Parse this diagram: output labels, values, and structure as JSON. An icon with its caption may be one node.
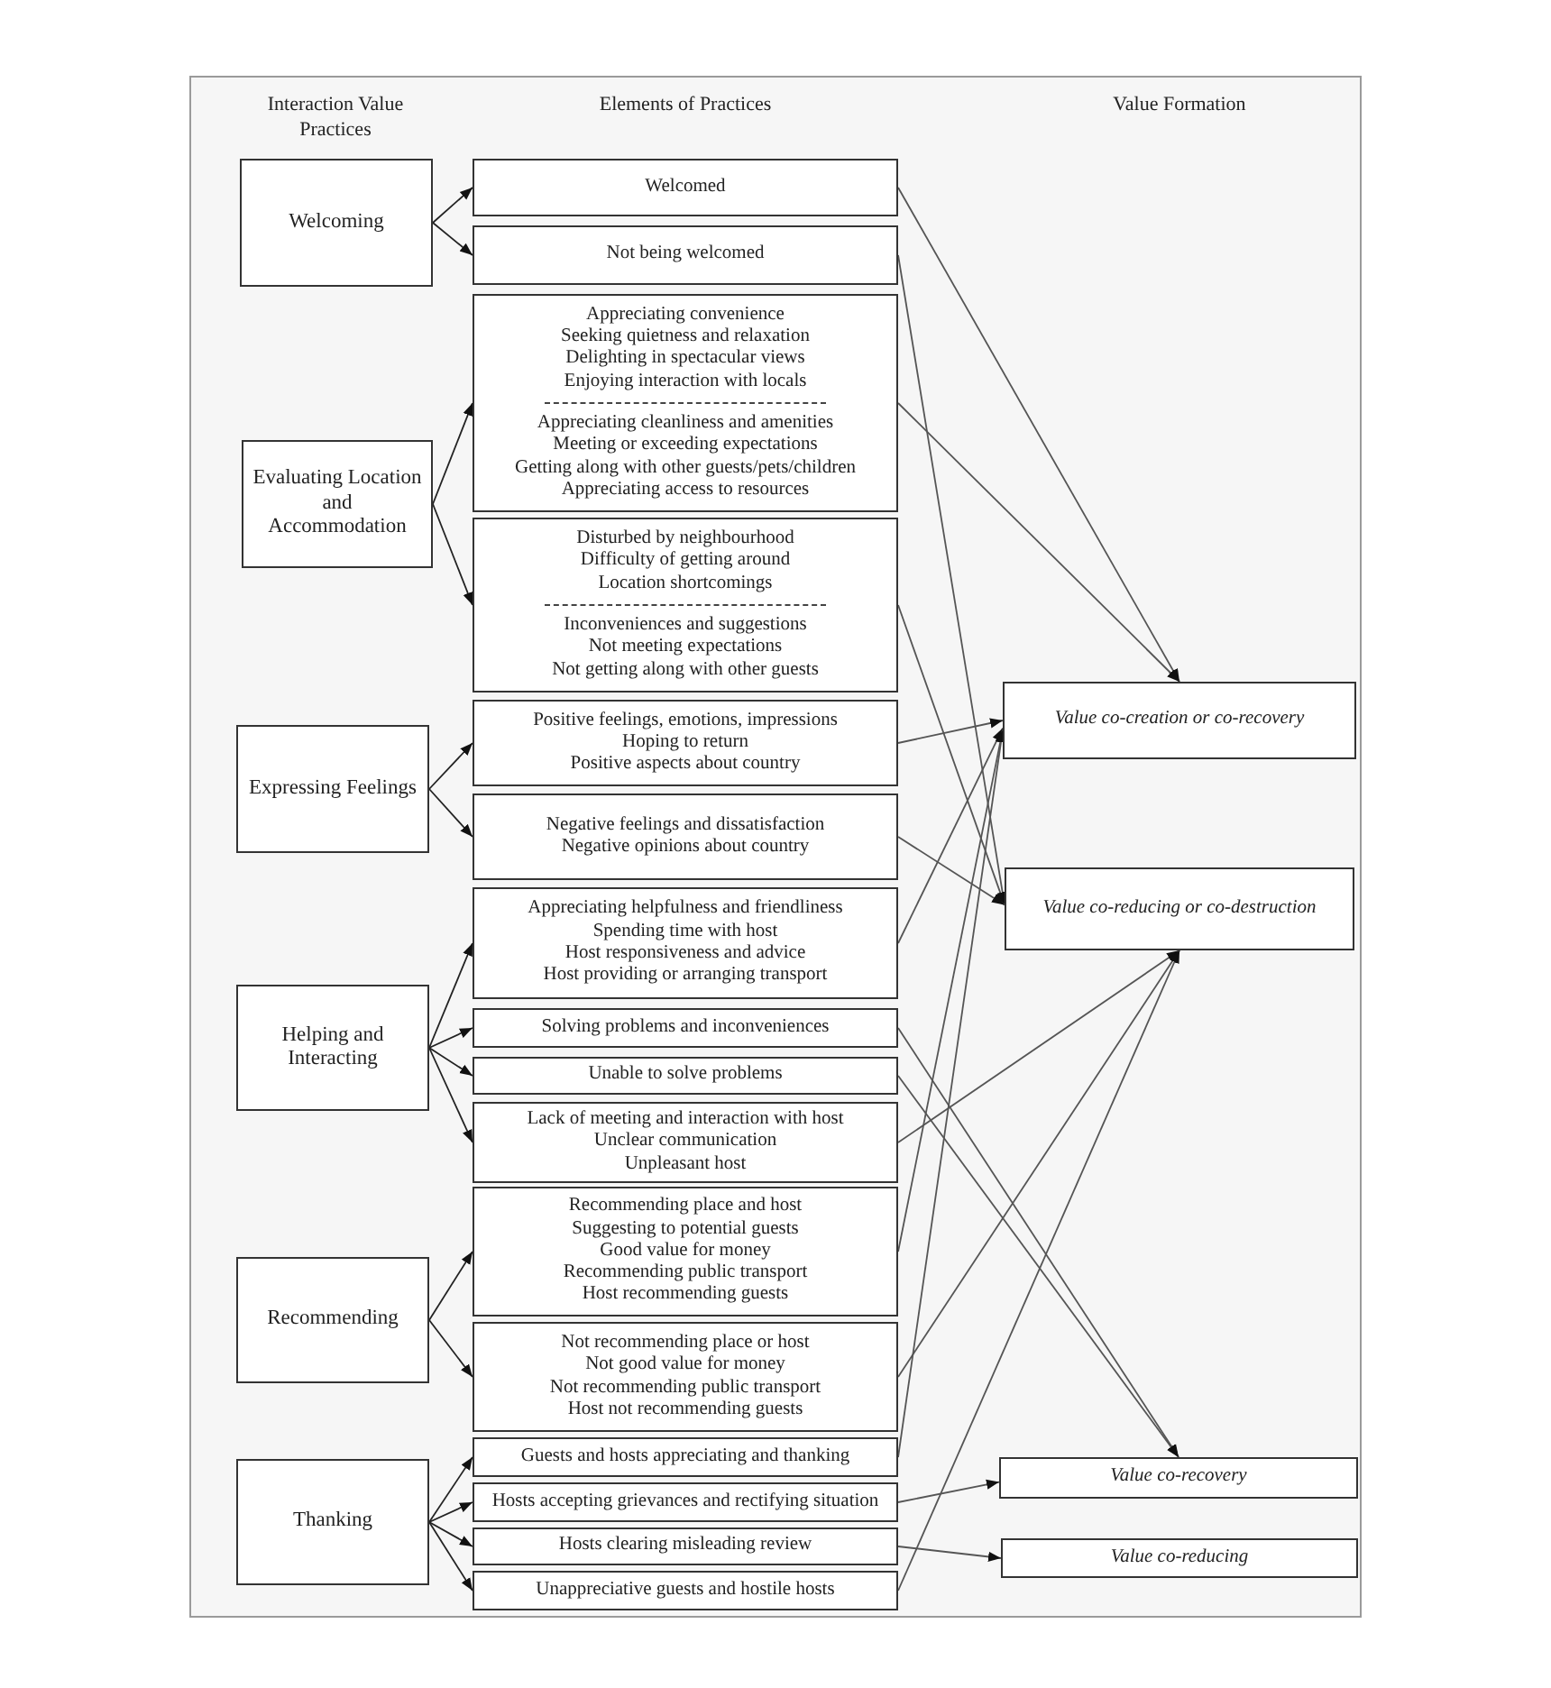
{
  "diagram": {
    "nodes": [
      {
        "text": [
          "Welcoming"
        ]
      },
      {
        "text": [
          "Evaluating Location and Accommodation"
        ]
      },
      {
        "text": [
          "Expressing Feelings"
        ]
      },
      {
        "text": [
          "Helping and Interacting"
        ]
      },
      {
        "text": [
          "Recommending"
        ]
      },
      {
        "text": [
          "Thanking"
        ]
      },
      {
        "text": [
          "Welcomed"
        ]
      },
      {
        "text": [
          "Not being welcomed"
        ]
      },
      {
        "text": [
          "Appreciating convenience",
          "Seeking quietness and relaxation",
          "Delighting in spectacular views",
          "Enjoying interaction with locals",
          "Appreciating cleanliness and amenities",
          "Meeting or exceeding expectations",
          "Getting along with other guests/pets/children",
          "Appreciating access to resources"
        ]
      },
      {
        "text": [
          "Disturbed by neighbourhood",
          "Difficulty of getting around",
          "Location shortcomings",
          "Inconveniences and suggestions",
          "Not meeting expectations",
          "Not getting along with other guests"
        ]
      },
      {
        "text": [
          "Positive feelings, emotions, impressions",
          "Hoping to return",
          "Positive aspects about country"
        ]
      },
      {
        "text": [
          "Negative feelings and dissatisfaction",
          "Negative opinions about country"
        ]
      },
      {
        "text": [
          "Appreciating helpfulness and friendliness",
          "Spending time with host",
          "Host responsiveness and advice",
          "Host providing or arranging transport"
        ]
      },
      {
        "text": [
          "Solving problems and inconveniences"
        ]
      },
      {
        "text": [
          "Unable to solve problems"
        ]
      },
      {
        "text": [
          "Lack of meeting and interaction with host",
          "Unclear communication",
          "Unpleasant host"
        ]
      },
      {
        "text": [
          "Recommending place and host",
          "Suggesting to potential guests",
          "Good value for money",
          "Recommending public transport",
          "Host recommending guests"
        ]
      },
      {
        "text": [
          "Not recommending place or host",
          "Not good value for money",
          "Not recommending public transport",
          "Host not recommending guests"
        ]
      },
      {
        "text": [
          "Guests and hosts appreciating and thanking"
        ]
      },
      {
        "text": [
          "Hosts accepting grievances and rectifying situation"
        ]
      },
      {
        "text": [
          "Hosts clearing misleading review"
        ]
      },
      {
        "text": [
          "Unappreciative guests and hostile hosts"
        ]
      },
      {
        "text": [
          "Value co-creation or co-recovery"
        ]
      },
      {
        "text": [
          "Value co-reducing or co-destruction"
        ]
      },
      {
        "text": [
          "Value co-recovery"
        ]
      },
      {
        "text": [
          "Value co-reducing"
        ]
      }
    ],
    "edges": [
      {
        "from": 0,
        "to": 6,
        "arrow": "to"
      },
      {
        "from": 0,
        "to": 7,
        "arrow": "to"
      },
      {
        "from": 1,
        "to": 8,
        "arrow": "to"
      },
      {
        "from": 1,
        "to": 9,
        "arrow": "to"
      },
      {
        "from": 2,
        "to": 10,
        "arrow": "to"
      },
      {
        "from": 2,
        "to": 11,
        "arrow": "to"
      },
      {
        "from": 3,
        "to": 12,
        "arrow": "to"
      },
      {
        "from": 3,
        "to": 13,
        "arrow": "to"
      },
      {
        "from": 3,
        "to": 14,
        "arrow": "to"
      },
      {
        "from": 3,
        "to": 15,
        "arrow": "to"
      },
      {
        "from": 4,
        "to": 16,
        "arrow": "to"
      },
      {
        "from": 4,
        "to": 17,
        "arrow": "to"
      },
      {
        "from": 5,
        "to": 18,
        "arrow": "to"
      },
      {
        "from": 5,
        "to": 19,
        "arrow": "to"
      },
      {
        "from": 5,
        "to": 20,
        "arrow": "to"
      },
      {
        "from": 5,
        "to": 21,
        "arrow": "to"
      },
      {
        "from": 6,
        "to": 22,
        "arrow": "to"
      },
      {
        "from": 7,
        "to": 23,
        "arrow": "to"
      },
      {
        "from": 8,
        "to": 22,
        "arrow": "to"
      },
      {
        "from": 9,
        "to": 23,
        "arrow": "to"
      },
      {
        "from": 10,
        "to": 22,
        "arrow": "to"
      },
      {
        "from": 11,
        "to": 23,
        "arrow": "to"
      },
      {
        "from": 12,
        "to": 22,
        "arrow": "to"
      },
      {
        "from": 13,
        "to": 24,
        "arrow": "to"
      },
      {
        "from": 14,
        "to": 24,
        "arrow": "to"
      },
      {
        "from": 15,
        "to": 23,
        "arrow": "to"
      },
      {
        "from": 16,
        "to": 22,
        "arrow": "to"
      },
      {
        "from": 17,
        "to": 23,
        "arrow": "to"
      },
      {
        "from": 18,
        "to": 22,
        "arrow": "to"
      },
      {
        "from": 19,
        "to": 24,
        "arrow": "to"
      },
      {
        "from": 20,
        "to": 25,
        "arrow": "to"
      },
      {
        "from": 21,
        "to": 23,
        "arrow": "to"
      }
    ],
    "labels": [
      "Interaction Value Practices",
      "Elements of Practices",
      "Value Formation"
    ]
  }
}
